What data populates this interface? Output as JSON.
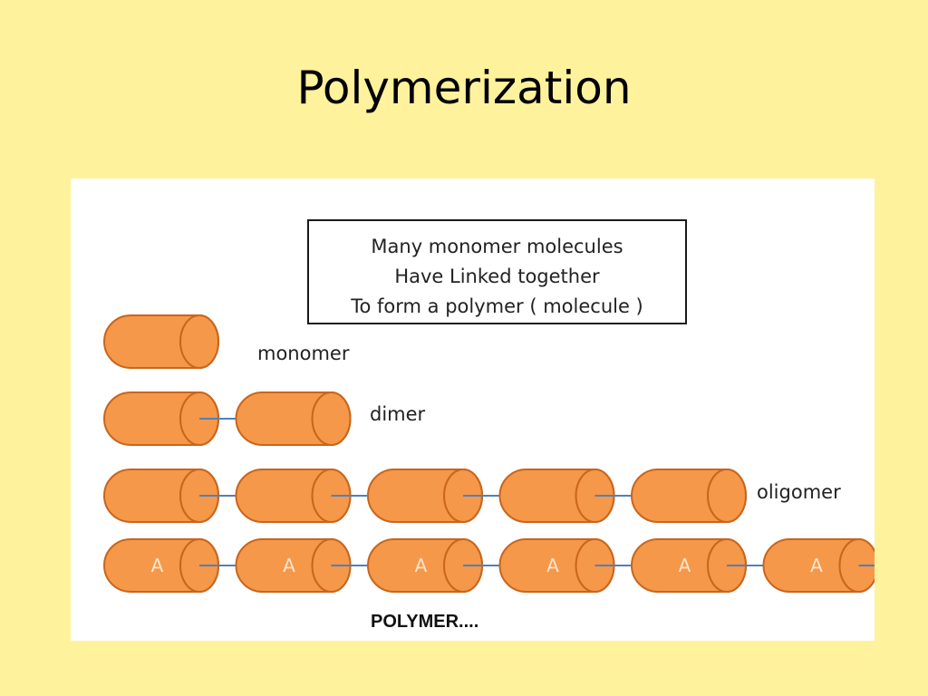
{
  "slide": {
    "title": "Polymerization"
  },
  "info_box": {
    "lines": [
      "Many monomer molecules",
      "Have Linked together",
      "To form a polymer ( molecule )"
    ]
  },
  "rows": [
    {
      "label": "monomer",
      "units": 1,
      "unit_letter": ""
    },
    {
      "label": "dimer",
      "units": 2,
      "unit_letter": ""
    },
    {
      "label": "oligomer",
      "units": 5,
      "unit_letter": ""
    },
    {
      "label": "POLYMER....",
      "units": 6,
      "unit_letter": "A",
      "continues": true
    }
  ],
  "colors": {
    "background": "#FFF29C",
    "cylinder_fill": "#F59849",
    "cylinder_stroke": "#C9651C",
    "bond": "#4F81BD",
    "unit_letter": "#FFE6D0"
  }
}
